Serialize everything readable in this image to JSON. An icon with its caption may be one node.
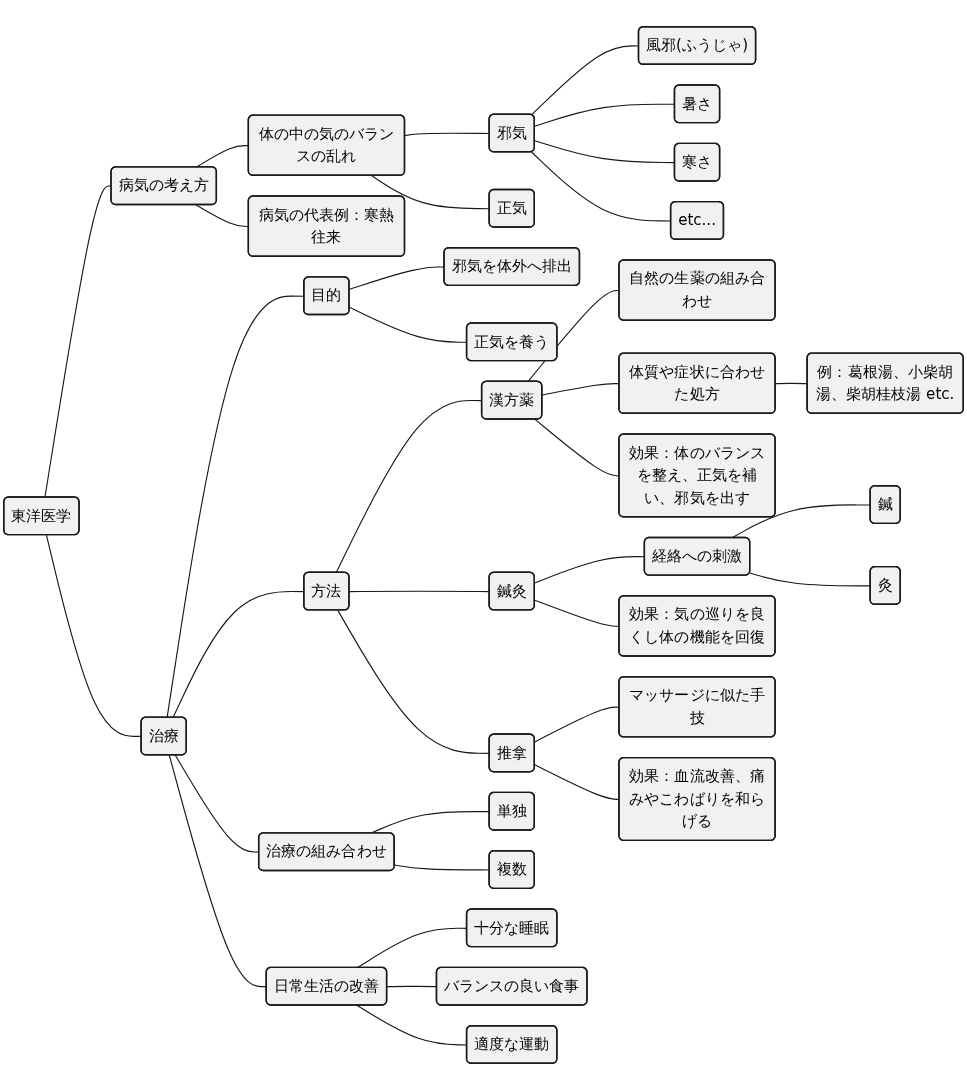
{
  "diagram": {
    "nodes": [
      {
        "text": [
          "東洋医学"
        ]
      },
      {
        "text": [
          "病気の考え方"
        ]
      },
      {
        "text": [
          "体の中の気のバランスの乱れ"
        ]
      },
      {
        "text": [
          "邪気"
        ]
      },
      {
        "text": [
          "風邪(ふうじゃ)"
        ]
      },
      {
        "text": [
          "暑さ"
        ]
      },
      {
        "text": [
          "寒さ"
        ]
      },
      {
        "text": [
          "etc..."
        ]
      },
      {
        "text": [
          "正気"
        ]
      },
      {
        "text": [
          "病気の代表例：寒熱往来"
        ]
      },
      {
        "text": [
          "治療"
        ]
      },
      {
        "text": [
          "目的"
        ]
      },
      {
        "text": [
          "邪気を体外へ排出"
        ]
      },
      {
        "text": [
          "正気を養う"
        ]
      },
      {
        "text": [
          "方法"
        ]
      },
      {
        "text": [
          "漢方薬"
        ]
      },
      {
        "text": [
          "自然の生薬の組み合わせ"
        ]
      },
      {
        "text": [
          "体質や症状に合わせた処方"
        ]
      },
      {
        "text": [
          "例：葛根湯、小柴胡湯、柴胡桂枝湯 etc."
        ]
      },
      {
        "text": [
          "効果：体のバランスを整え、正気を補い、邪気を出す"
        ]
      },
      {
        "text": [
          "鍼灸"
        ]
      },
      {
        "text": [
          "経絡への刺激"
        ]
      },
      {
        "text": [
          "鍼"
        ]
      },
      {
        "text": [
          "灸"
        ]
      },
      {
        "text": [
          "効果：気の巡りを良くし体の機能を回復"
        ]
      },
      {
        "text": [
          "推拿"
        ]
      },
      {
        "text": [
          "マッサージに似た手技"
        ]
      },
      {
        "text": [
          "効果：血流改善、痛みやこわばりを和らげる"
        ]
      },
      {
        "text": [
          "治療の組み合わせ"
        ]
      },
      {
        "text": [
          "単独"
        ]
      },
      {
        "text": [
          "複数"
        ]
      },
      {
        "text": [
          "日常生活の改善"
        ]
      },
      {
        "text": [
          "十分な睡眠"
        ]
      },
      {
        "text": [
          "バランスの良い食事"
        ]
      },
      {
        "text": [
          "適度な運動"
        ]
      }
    ],
    "edges": [
      {
        "from": 0,
        "to": 1,
        "arrow": "none"
      },
      {
        "from": 1,
        "to": 2,
        "arrow": "none"
      },
      {
        "from": 2,
        "to": 3,
        "arrow": "none"
      },
      {
        "from": 3,
        "to": 4,
        "arrow": "none"
      },
      {
        "from": 3,
        "to": 5,
        "arrow": "none"
      },
      {
        "from": 3,
        "to": 6,
        "arrow": "none"
      },
      {
        "from": 3,
        "to": 7,
        "arrow": "none"
      },
      {
        "from": 2,
        "to": 8,
        "arrow": "none"
      },
      {
        "from": 1,
        "to": 9,
        "arrow": "none"
      },
      {
        "from": 0,
        "to": 10,
        "arrow": "none"
      },
      {
        "from": 10,
        "to": 11,
        "arrow": "none"
      },
      {
        "from": 11,
        "to": 12,
        "arrow": "none"
      },
      {
        "from": 11,
        "to": 13,
        "arrow": "none"
      },
      {
        "from": 10,
        "to": 14,
        "arrow": "none"
      },
      {
        "from": 14,
        "to": 15,
        "arrow": "none"
      },
      {
        "from": 15,
        "to": 16,
        "arrow": "none"
      },
      {
        "from": 15,
        "to": 17,
        "arrow": "none"
      },
      {
        "from": 17,
        "to": 18,
        "arrow": "none"
      },
      {
        "from": 15,
        "to": 19,
        "arrow": "none"
      },
      {
        "from": 14,
        "to": 20,
        "arrow": "none"
      },
      {
        "from": 20,
        "to": 21,
        "arrow": "none"
      },
      {
        "from": 21,
        "to": 22,
        "arrow": "none"
      },
      {
        "from": 21,
        "to": 23,
        "arrow": "none"
      },
      {
        "from": 20,
        "to": 24,
        "arrow": "none"
      },
      {
        "from": 14,
        "to": 25,
        "arrow": "none"
      },
      {
        "from": 25,
        "to": 26,
        "arrow": "none"
      },
      {
        "from": 25,
        "to": 27,
        "arrow": "none"
      },
      {
        "from": 10,
        "to": 28,
        "arrow": "none"
      },
      {
        "from": 28,
        "to": 29,
        "arrow": "none"
      },
      {
        "from": 28,
        "to": 30,
        "arrow": "none"
      },
      {
        "from": 10,
        "to": 31,
        "arrow": "none"
      },
      {
        "from": 31,
        "to": 32,
        "arrow": "none"
      },
      {
        "from": 31,
        "to": 33,
        "arrow": "none"
      },
      {
        "from": 31,
        "to": 34,
        "arrow": "none"
      }
    ]
  }
}
